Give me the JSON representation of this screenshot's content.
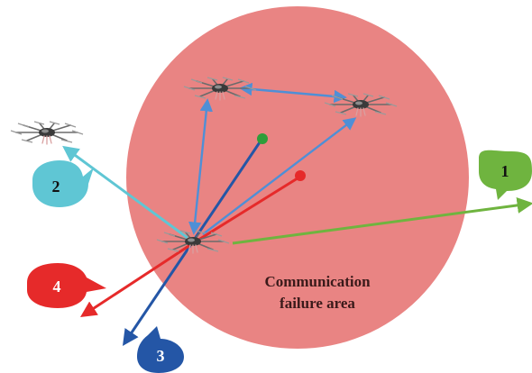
{
  "area": {
    "label_line1": "Communication",
    "label_line2": "failure area",
    "fill_color": "#E98483"
  },
  "callouts": [
    {
      "id": "callout-1",
      "label": "1",
      "color": "#6FB43F"
    },
    {
      "id": "callout-2",
      "label": "2",
      "color": "#5FC6D4"
    },
    {
      "id": "callout-3",
      "label": "3",
      "color": "#2456A6"
    },
    {
      "id": "callout-4",
      "label": "4",
      "color": "#E62A2A"
    }
  ],
  "colors": {
    "green": "#6FB43F",
    "cyan": "#5FC6D4",
    "dark_blue": "#2456A6",
    "red": "#E62A2A",
    "light_blue": "#4F8FD6",
    "drone": "#3a3a3a"
  },
  "icons": [
    "drone-icon"
  ]
}
